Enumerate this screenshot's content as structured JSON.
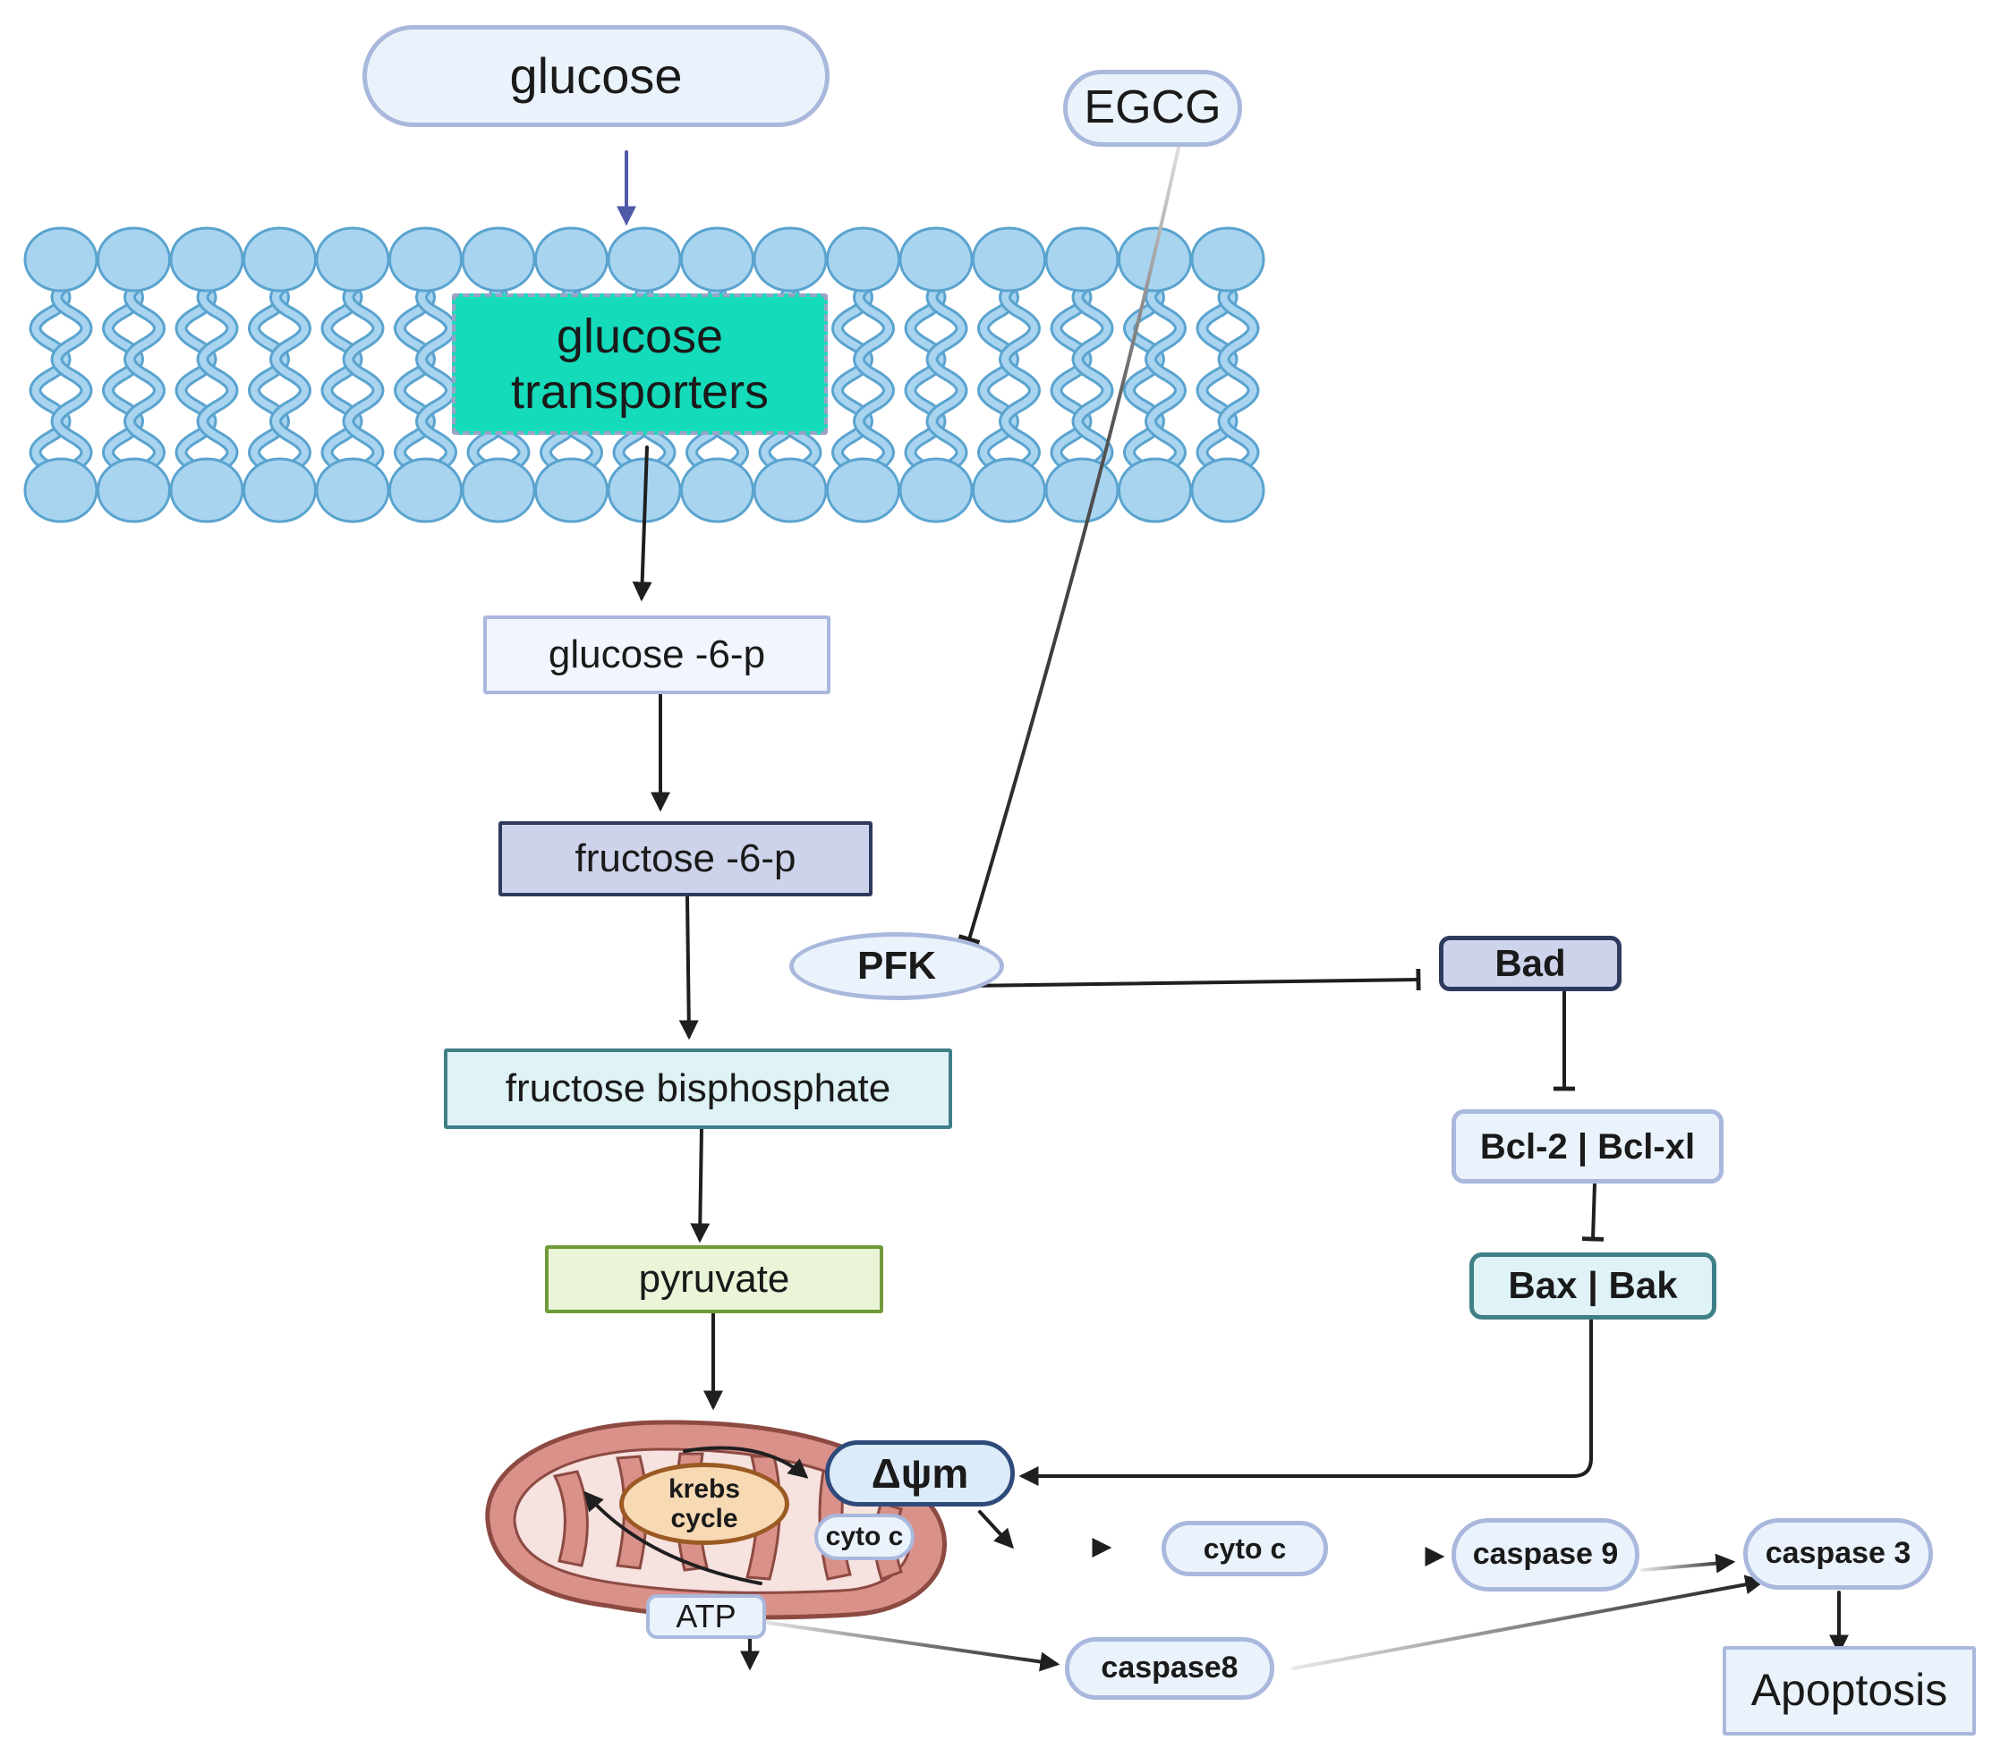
{
  "nodes": {
    "glucose": "glucose",
    "egcg": "EGCG",
    "transporters_line1": "glucose",
    "transporters_line2": "transporters",
    "g6p": "glucose -6-p",
    "f6p": "fructose -6-p",
    "fbp": "fructose bisphosphate",
    "pyruvate": "pyruvate",
    "pfk": "PFK",
    "bad": "Bad",
    "bcl2": "Bcl-2 | Bcl-xl",
    "baxbak": "Bax | Bak",
    "dpsi": "Δψm",
    "krebs_line1": "krebs",
    "krebs_line2": "cycle",
    "cytoc_inner": "cyto c",
    "cytoc": "cyto c",
    "caspase9": "caspase 9",
    "caspase3": "caspase 3",
    "caspase8": "caspase8",
    "atp": "ATP",
    "apoptosis": "Apoptosis"
  },
  "colors": {
    "membrane_fill": "#a8d4ef",
    "membrane_stroke": "#5aa3cf",
    "transporter": "#14dcbb",
    "pill_fill": "#eaf2fc",
    "pill_border": "#a9b8dc",
    "f6p_fill": "#cdd3ea",
    "f6p_border": "#2e3a5e",
    "fbp_fill": "#dff2f6",
    "fbp_border": "#3f7f88",
    "pyruvate_fill": "#eaf5d8",
    "pyruvate_border": "#6f9a3a",
    "mito_outer": "#d9918a",
    "mito_stroke": "#8c4a43",
    "mito_inner": "#f6e2df",
    "krebs_fill": "#f7d9b4",
    "krebs_stroke": "#9b5a23",
    "arrow": "#1f1f1f",
    "glucose_arrow": "#4f5aa6"
  }
}
